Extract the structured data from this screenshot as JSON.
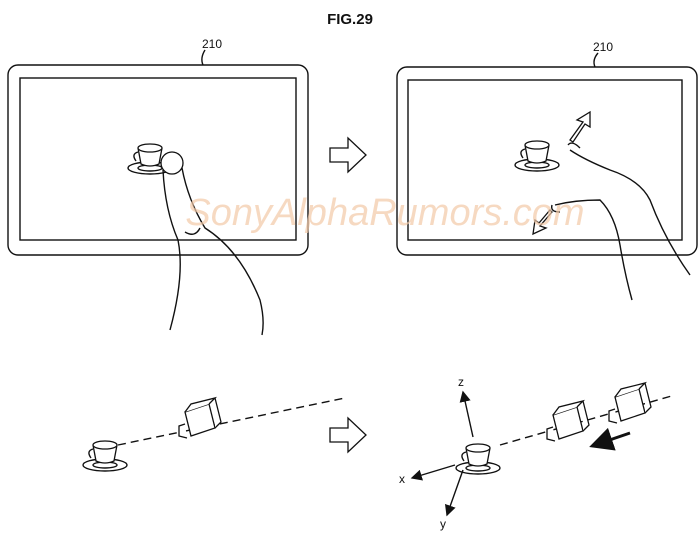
{
  "figure": {
    "title": "FIG.29",
    "panels": [
      {
        "label": "210",
        "description_icon": "tablet-with-tap-gesture"
      },
      {
        "label": "210",
        "description_icon": "tablet-with-pinch-gesture"
      }
    ],
    "axes": {
      "z": "z",
      "x": "x",
      "y": "y"
    },
    "watermark": "SonyAlphaRumors.com"
  },
  "colors": {
    "line": "#111111",
    "watermark": "#f3c9a8"
  }
}
